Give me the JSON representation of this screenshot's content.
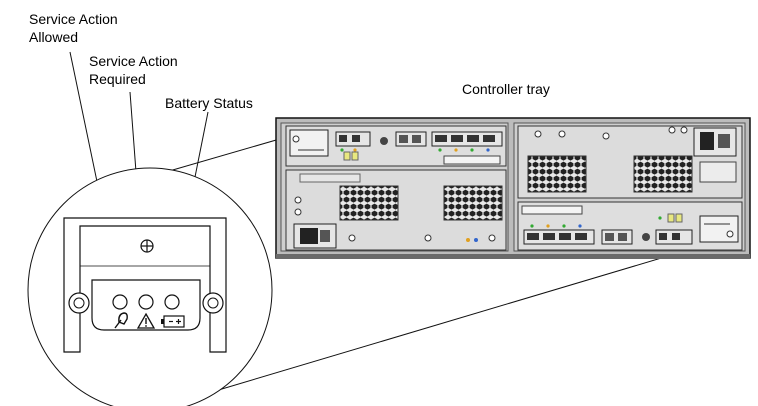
{
  "labels": {
    "service_action_allowed": [
      "Service Action",
      "Allowed"
    ],
    "service_action_required": [
      "Service Action",
      "Required"
    ],
    "battery_status": "Battery Status",
    "controller_tray": "Controller tray"
  },
  "icons": {
    "service_allowed": "hand-wrench-icon",
    "service_required": "warning-triangle-icon",
    "battery": "battery-icon",
    "screw": "screw-icon"
  },
  "colors": {
    "panel": "#dcdcdc",
    "panel_dark": "#c4c4c4",
    "outline": "#222222",
    "led_green": "#33aa33",
    "led_amber": "#e0a020",
    "led_blue": "#3366cc",
    "status_yellow": "#e8e880"
  }
}
